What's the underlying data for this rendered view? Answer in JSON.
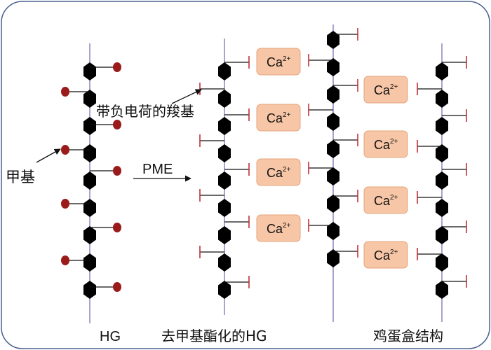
{
  "labels": {
    "methyl": "甲基",
    "carboxyl": "带负电荷的羧基",
    "enzyme": "PME",
    "hg": "HG",
    "demethylated": "去甲基酯化的HG",
    "eggbox": "鸡蛋盒结构"
  },
  "calcium": {
    "base": "Ca",
    "charge": "2+"
  },
  "colors": {
    "frame": "#4a6090",
    "chain_line": "#8a86c0",
    "ring": "#000000",
    "methyl": "#9b1b1b",
    "carboxyl": "#c0303a",
    "ca_fill": "#f7c6a6",
    "ca_stroke": "#e3a47e"
  },
  "icons": {
    "methyl": "red-oval",
    "carboxyl": "red-bar",
    "ring": "black-hexagon",
    "ca_box": "peach-box"
  }
}
